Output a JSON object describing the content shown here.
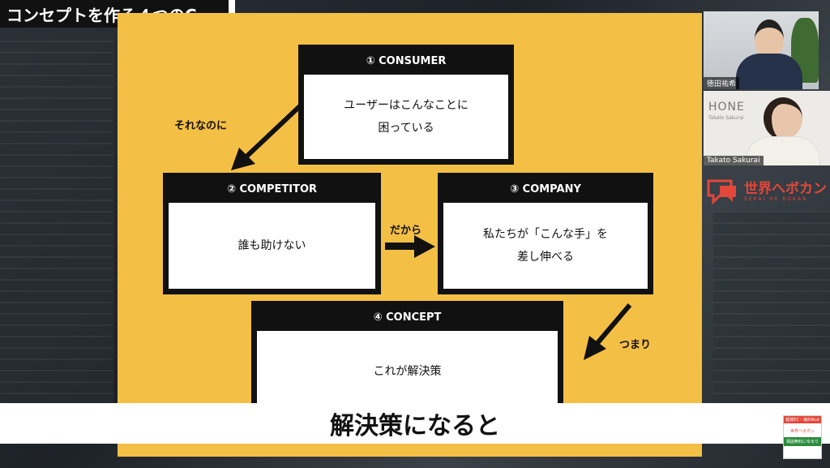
{
  "video_title": "コンセプトを作る４つのC",
  "boxes": {
    "consumer": {
      "header": "① CONSUMER",
      "body": "ユーザーはこんなことに\n困っている"
    },
    "competitor": {
      "header": "② COMPETITOR",
      "body": "誰も助けない"
    },
    "company": {
      "header": "③ COMPANY",
      "body": "私たちが「こんな手」を\n差し伸べる"
    },
    "concept": {
      "header": "④ CONCEPT",
      "body": "これが解決策"
    }
  },
  "connectors": {
    "but": "それなのに",
    "so": "だから",
    "in_short": "つまり"
  },
  "caption": "解決策になると",
  "participants": [
    {
      "name": "徳田祐希"
    },
    {
      "name": "Takato Sakurai",
      "wall_text": "HONE",
      "wall_subtext": "Takato Sakurai"
    }
  ],
  "channel_logo": {
    "text": "世界へボカン",
    "subtext": "SEKAI HE BOKAN"
  },
  "badge": {
    "top": "越境EC・海外Bud",
    "middle": "世界へボカン",
    "bottom": "相談無料にゆるり"
  },
  "colors": {
    "slide_bg": "#f4bf45",
    "box_border": "#111111",
    "logo_red": "#e2473a"
  }
}
